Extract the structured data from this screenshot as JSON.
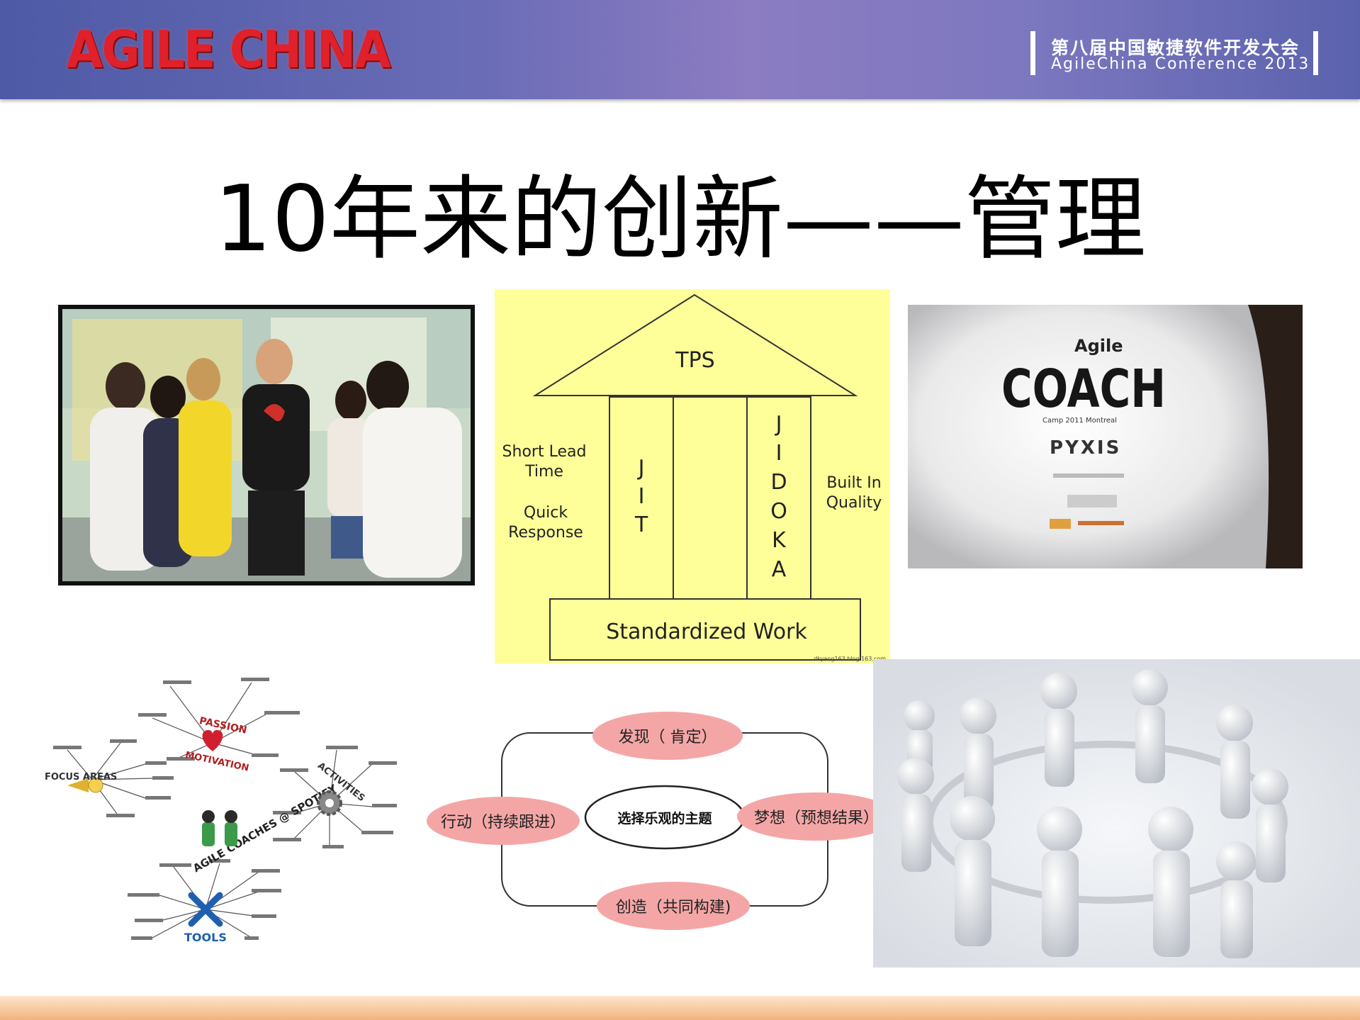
{
  "header": {
    "brand": "AGILE CHINA",
    "conference_cn": "第八届中国敏捷软件开发大会",
    "conference_en": "AgileChina Conference 2013"
  },
  "slide": {
    "title": "10年来的创新——管理"
  },
  "tps": {
    "roof_label": "TPS",
    "left_text": [
      "Short Lead",
      "Time",
      "Quick",
      "Response"
    ],
    "jit": [
      "J",
      "I",
      "T"
    ],
    "jidoka": [
      "J",
      "I",
      "D",
      "O",
      "K",
      "A"
    ],
    "right_text": [
      "Built In",
      "Quality"
    ],
    "base_label": "Standardized Work",
    "credit": "dkyang163.blog.163.com"
  },
  "coach_photo": {
    "shirt_top": "Agile",
    "shirt_main": "COACH",
    "shirt_sub": "Camp 2011 Montreal",
    "shirt_logo": "PYXIS"
  },
  "spotify": {
    "center": "AGILE COACHES @ SPOTIFY",
    "passion": "PASSION",
    "motivation": "MOTIVATION",
    "focus": "FOCUS AREAS",
    "activities": "ACTIVITIES",
    "tools": "TOOLS"
  },
  "cycle": {
    "center": "选择乐观的主题",
    "top": "发现（ 肯定）",
    "left": "行动（持续跟进）",
    "right": "梦想（预想结果）",
    "bottom": "创造（共同构建)"
  },
  "colors": {
    "accent_red": "#e0202a",
    "tps_bg": "#ffff99",
    "ellipse_pink": "#f4a6a6"
  }
}
